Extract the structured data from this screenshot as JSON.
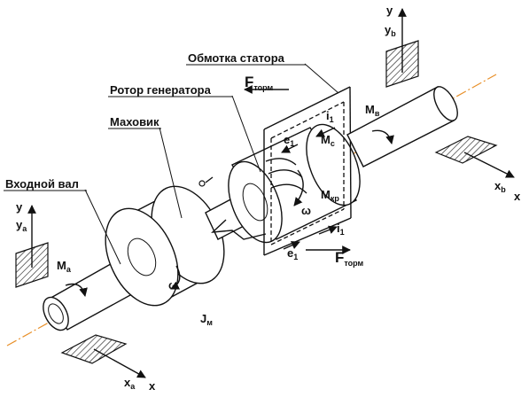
{
  "labels": {
    "stator_winding": "Обмотка статора",
    "generator_rotor": "Ротор генератора",
    "flywheel": "Маховик",
    "input_shaft": "Входной вал"
  },
  "symbols": {
    "F_main": "F",
    "F_sub": "торм",
    "M_b_main": "M",
    "M_b_sub": "в",
    "M_c_main": "M",
    "M_c_sub": "c",
    "M_kr_main": "M",
    "M_kr_sub": "кр",
    "M_a_main": "M",
    "M_a_sub": "a",
    "J_main": "J",
    "J_sub": "м",
    "omega": "ω",
    "e1_main": "e",
    "e1_sub": "1",
    "i1_main": "i",
    "i1_sub": "1"
  },
  "axes": {
    "y": "y",
    "x": "x",
    "ya_main": "y",
    "ya_sub": "a",
    "yb_main": "y",
    "yb_sub": "b",
    "xa_main": "x",
    "xa_sub": "a",
    "xb_main": "x",
    "xb_sub": "b"
  },
  "colors": {
    "axis_line": "#e8902a",
    "ink": "#111111"
  }
}
